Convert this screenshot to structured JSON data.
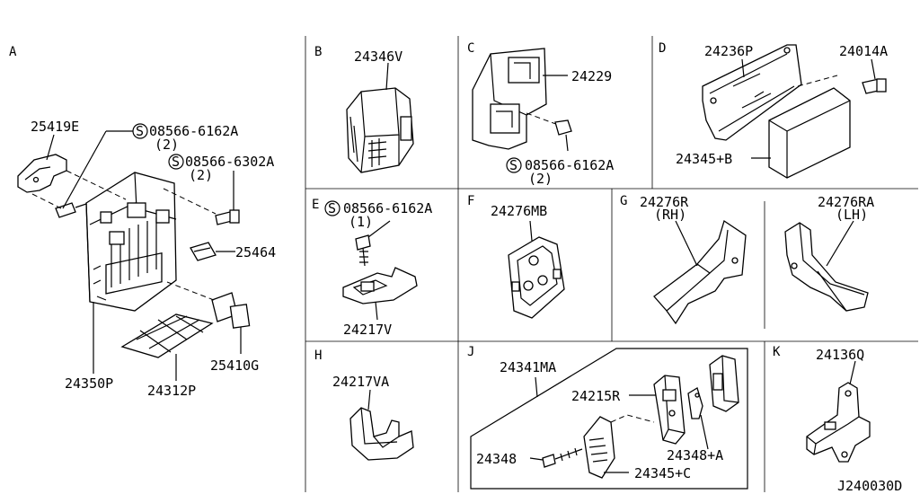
{
  "diagram": {
    "sections": [
      "A",
      "B",
      "C",
      "D",
      "E",
      "F",
      "G",
      "H",
      "J",
      "K"
    ],
    "labels": {
      "a_25419E": "25419E",
      "a_08566_6162A": "08566-6162A",
      "a_qty2a": "(2)",
      "a_08566_6302A": "08566-6302A",
      "a_qty2b": "(2)",
      "a_25464": "25464",
      "a_24350P": "24350P",
      "a_24312P": "24312P",
      "a_25410G": "25410G",
      "b_24346V": "24346V",
      "c_24229": "24229",
      "c_08566_6162A": "08566-6162A",
      "c_qty2": "(2)",
      "d_24236P": "24236P",
      "d_24014A": "24014A",
      "d_24345B": "24345+B",
      "e_08566_6162A": "08566-6162A",
      "e_qty1": "(1)",
      "e_24217V": "24217V",
      "f_24276MB": "24276MB",
      "g_24276R": "24276R",
      "g_rh": "(RH)",
      "g_24276RA": "24276RA",
      "g_lh": "(LH)",
      "h_24217VA": "24217VA",
      "j_24341MA": "24341MA",
      "j_24215R": "24215R",
      "j_24348A": "24348+A",
      "j_24348": "24348",
      "j_24345C": "24345+C",
      "k_24136Q": "24136Q",
      "code": "J240030D"
    },
    "screw_symbol": "S"
  }
}
